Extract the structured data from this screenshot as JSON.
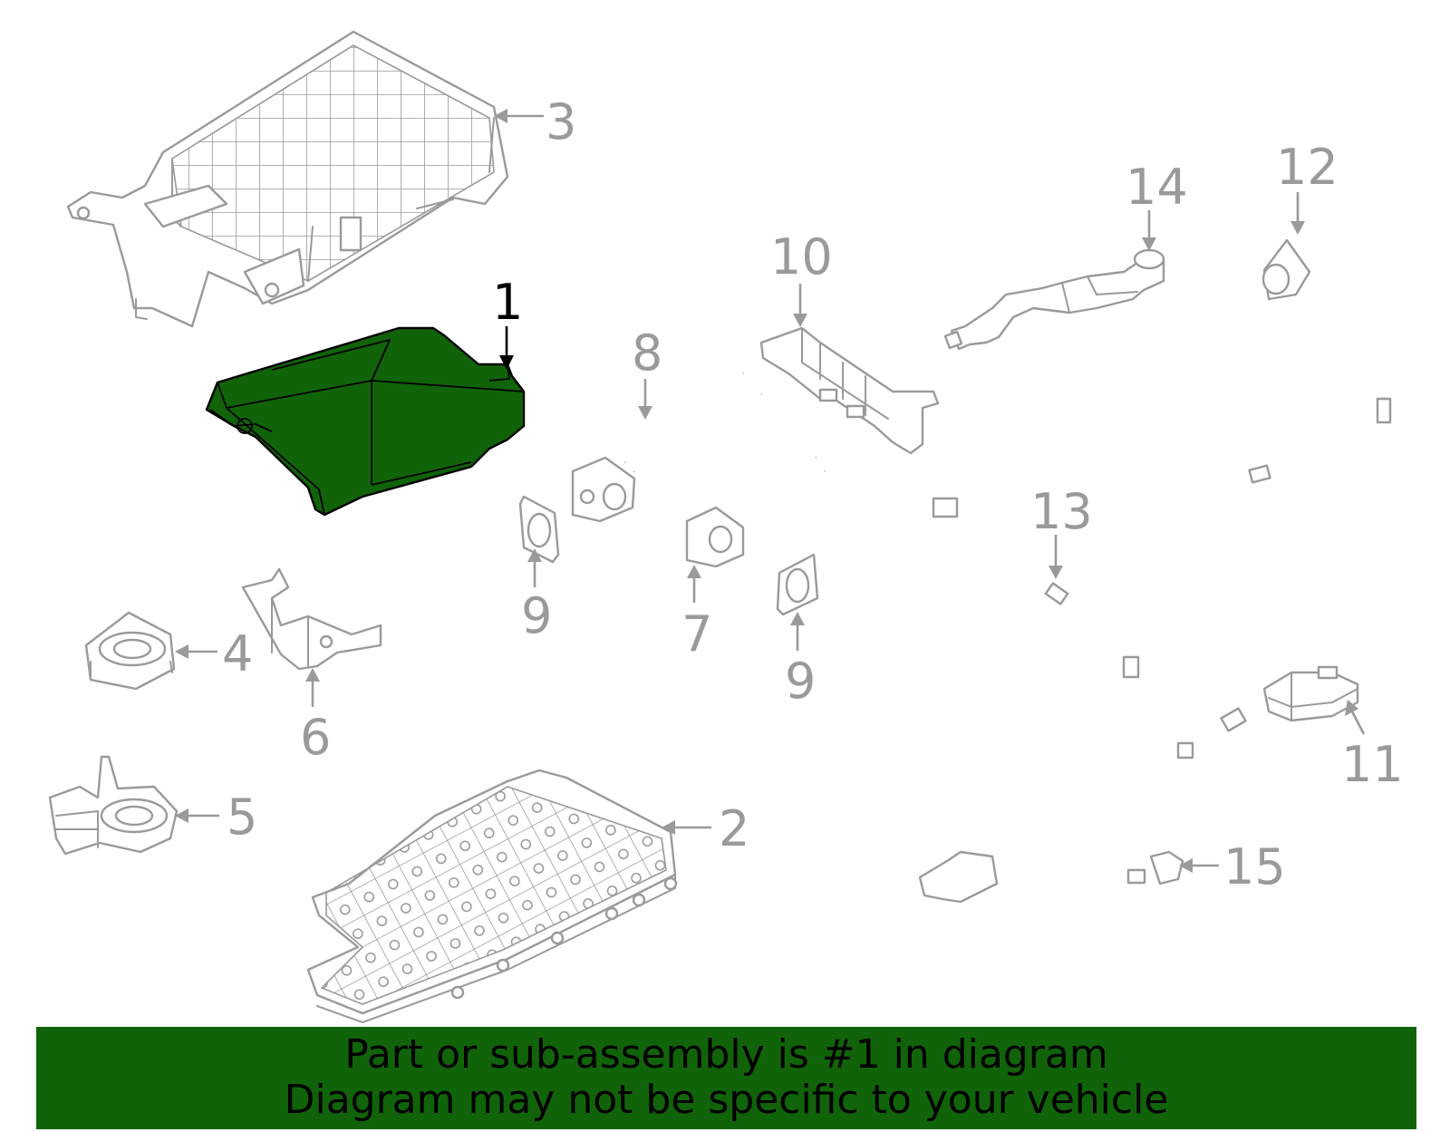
{
  "callouts": [
    {
      "id": "1",
      "label": "1",
      "highlighted": true
    },
    {
      "id": "2",
      "label": "2",
      "highlighted": false
    },
    {
      "id": "3",
      "label": "3",
      "highlighted": false
    },
    {
      "id": "4",
      "label": "4",
      "highlighted": false
    },
    {
      "id": "5",
      "label": "5",
      "highlighted": false
    },
    {
      "id": "6",
      "label": "6",
      "highlighted": false
    },
    {
      "id": "7",
      "label": "7",
      "highlighted": false
    },
    {
      "id": "8",
      "label": "8",
      "highlighted": false
    },
    {
      "id": "9a",
      "label": "9",
      "highlighted": false
    },
    {
      "id": "9b",
      "label": "9",
      "highlighted": false
    },
    {
      "id": "10",
      "label": "10",
      "highlighted": false
    },
    {
      "id": "11",
      "label": "11",
      "highlighted": false
    },
    {
      "id": "12",
      "label": "12",
      "highlighted": false
    },
    {
      "id": "13",
      "label": "13",
      "highlighted": false
    },
    {
      "id": "14",
      "label": "14",
      "highlighted": false
    },
    {
      "id": "15",
      "label": "15",
      "highlighted": false
    }
  ],
  "banner": {
    "line1": "Part or sub-assembly is #1 in diagram",
    "line2": "Diagram may not be specific to your vehicle"
  },
  "colors": {
    "highlight": "#116309",
    "part_stroke": "#9a9a9a",
    "highlight_stroke": "#000000",
    "background": "#ffffff"
  }
}
